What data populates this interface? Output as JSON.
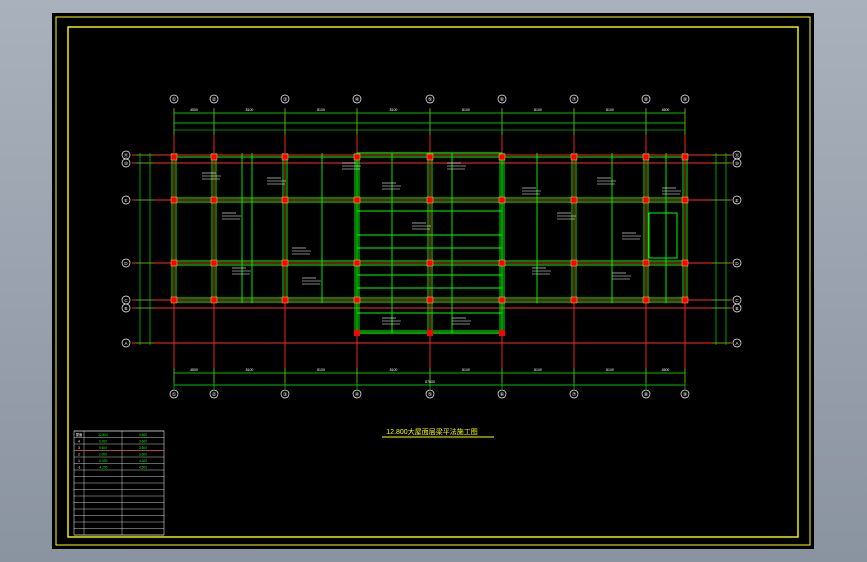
{
  "drawing": {
    "title": "12.800大屋面层梁平法施工图",
    "colors": {
      "background": "#000000",
      "frame": "#ffff00",
      "axis": "#ff2a2a",
      "beam": "#00ff00",
      "dim": "#00ff00",
      "label": "#ffffff",
      "column": "#ff0000",
      "annotation": "#ffff66"
    },
    "axes_top": [
      "①",
      "②",
      "③",
      "④",
      "⑤",
      "⑥",
      "⑦",
      "⑧",
      "⑨"
    ],
    "axes_left": [
      "⑪",
      "⑩",
      "E",
      "D",
      "C",
      "B",
      "A"
    ],
    "axes_right": [
      "⑪",
      "⑩",
      "E",
      "D",
      "C",
      "B",
      "A"
    ],
    "dims_top_overall": [
      "4500",
      "8100",
      "8100",
      "8100",
      "8100",
      "8100",
      "8100",
      "4500"
    ],
    "dims_bottom_overall": [
      "4500",
      "8100",
      "8100",
      "8100",
      "8100",
      "8100",
      "8100",
      "4500"
    ],
    "dim_total": "57600",
    "table_rows": [
      {
        "floor": "屋面",
        "elev": "12.800",
        "h": "3.600"
      },
      {
        "floor": "4",
        "elev": "9.200",
        "h": "3.600"
      },
      {
        "floor": "3",
        "elev": "5.600",
        "h": "3.600"
      },
      {
        "floor": "2",
        "elev": "2.000",
        "h": "3.600"
      },
      {
        "floor": "1",
        "elev": "-0.050",
        "h": "4.200"
      },
      {
        "floor": "-1",
        "elev": "-4.250",
        "h": "4.500"
      }
    ]
  }
}
